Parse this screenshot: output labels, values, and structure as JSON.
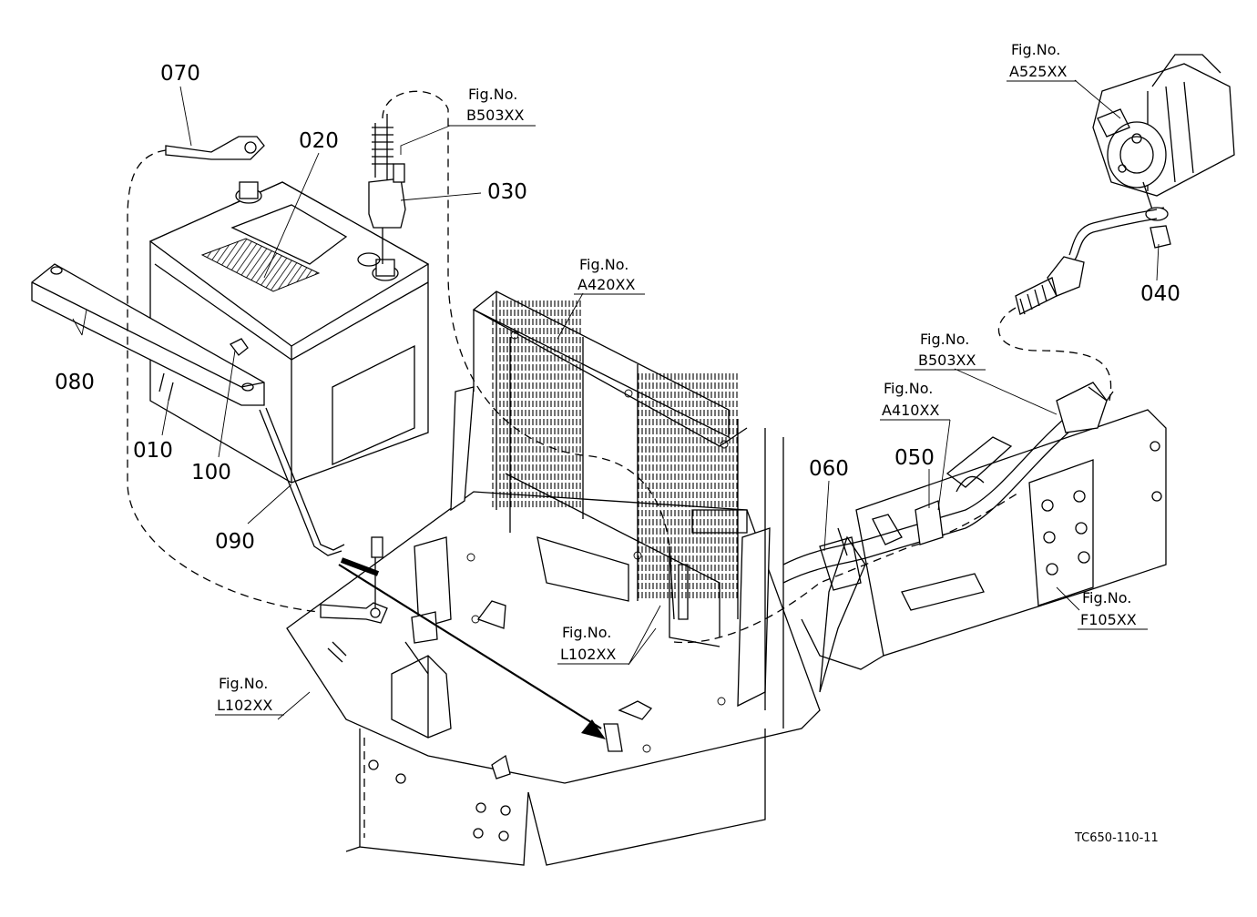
{
  "part_labels": {
    "p070": "070",
    "p020": "020",
    "p030": "030",
    "p080": "080",
    "p010": "010",
    "p100": "100",
    "p090": "090",
    "p060": "060",
    "p050": "050",
    "p040": "040"
  },
  "figure_refs": [
    {
      "key": "b503_top",
      "line1": "Fig.No.",
      "line2": "B503XX"
    },
    {
      "key": "a525",
      "line1": "Fig.No.",
      "line2": "A525XX"
    },
    {
      "key": "a420",
      "line1": "Fig.No.",
      "line2": "A420XX"
    },
    {
      "key": "b503_right",
      "line1": "Fig.No.",
      "line2": "B503XX"
    },
    {
      "key": "a410",
      "line1": "Fig.No.",
      "line2": "A410XX"
    },
    {
      "key": "f105",
      "line1": "Fig.No.",
      "line2": "F105XX"
    },
    {
      "key": "l102_mid",
      "line1": "Fig.No.",
      "line2": "L102XX"
    },
    {
      "key": "l102_left",
      "line1": "Fig.No.",
      "line2": "L102XX"
    }
  ],
  "drawing_code": "TC650-110-11",
  "icons": [
    "battery-icon",
    "starter-motor-icon",
    "battery-cable-icon",
    "hold-down-clamp-icon"
  ]
}
